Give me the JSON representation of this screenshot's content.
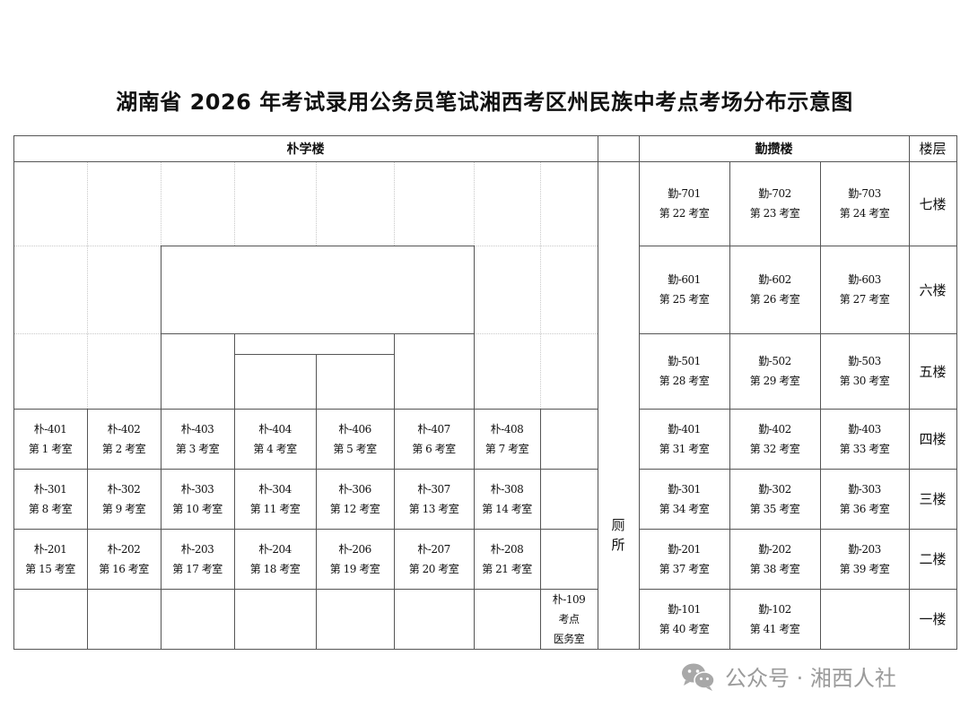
{
  "title": "湖南省 2026 年考试录用公务员笔试湘西考区州民族中考点考场分布示意图",
  "headers": {
    "pu": "朴学楼",
    "qin": "勤攒楼",
    "floor": "楼层"
  },
  "toilet": [
    "厕",
    "所"
  ],
  "floors": [
    "七楼",
    "六楼",
    "五楼",
    "四楼",
    "三楼",
    "二楼",
    "一楼"
  ],
  "pu_rooms": [
    [
      {
        "code": "朴-401",
        "name": "第 1 考室"
      },
      {
        "code": "朴-402",
        "name": "第 2 考室"
      },
      {
        "code": "朴-403",
        "name": "第 3 考室"
      },
      {
        "code": "朴-404",
        "name": "第 4 考室"
      },
      {
        "code": "朴-406",
        "name": "第 5 考室"
      },
      {
        "code": "朴-407",
        "name": "第 6 考室"
      },
      {
        "code": "朴-408",
        "name": "第 7 考室"
      }
    ],
    [
      {
        "code": "朴-301",
        "name": "第 8 考室"
      },
      {
        "code": "朴-302",
        "name": "第 9 考室"
      },
      {
        "code": "朴-303",
        "name": "第 10 考室"
      },
      {
        "code": "朴-304",
        "name": "第 11 考室"
      },
      {
        "code": "朴-306",
        "name": "第 12 考室"
      },
      {
        "code": "朴-307",
        "name": "第 13 考室"
      },
      {
        "code": "朴-308",
        "name": "第 14 考室"
      }
    ],
    [
      {
        "code": "朴-201",
        "name": "第 15 考室"
      },
      {
        "code": "朴-202",
        "name": "第 16 考室"
      },
      {
        "code": "朴-203",
        "name": "第 17 考室"
      },
      {
        "code": "朴-204",
        "name": "第 18 考室"
      },
      {
        "code": "朴-206",
        "name": "第 19 考室"
      },
      {
        "code": "朴-207",
        "name": "第 20 考室"
      },
      {
        "code": "朴-208",
        "name": "第 21 考室"
      }
    ]
  ],
  "medical": [
    "朴-109",
    "考点",
    "医务室"
  ],
  "qin_rooms": [
    [
      {
        "code": "勤-701",
        "name": "第 22 考室"
      },
      {
        "code": "勤-702",
        "name": "第 23 考室"
      },
      {
        "code": "勤-703",
        "name": "第 24 考室"
      }
    ],
    [
      {
        "code": "勤-601",
        "name": "第 25 考室"
      },
      {
        "code": "勤-602",
        "name": "第 26 考室"
      },
      {
        "code": "勤-603",
        "name": "第 27 考室"
      }
    ],
    [
      {
        "code": "勤-501",
        "name": "第 28 考室"
      },
      {
        "code": "勤-502",
        "name": "第 29 考室"
      },
      {
        "code": "勤-503",
        "name": "第 30 考室"
      }
    ],
    [
      {
        "code": "勤-401",
        "name": "第 31 考室"
      },
      {
        "code": "勤-402",
        "name": "第 32 考室"
      },
      {
        "code": "勤-403",
        "name": "第 33 考室"
      }
    ],
    [
      {
        "code": "勤-301",
        "name": "第 34 考室"
      },
      {
        "code": "勤-302",
        "name": "第 35 考室"
      },
      {
        "code": "勤-303",
        "name": "第 36 考室"
      }
    ],
    [
      {
        "code": "勤-201",
        "name": "第 37 考室"
      },
      {
        "code": "勤-202",
        "name": "第 38 考室"
      },
      {
        "code": "勤-203",
        "name": "第 39 考室"
      }
    ],
    [
      {
        "code": "勤-101",
        "name": "第 40 考室"
      },
      {
        "code": "勤-102",
        "name": "第 41 考室"
      }
    ]
  ],
  "watermark": {
    "icon": "wechat-icon",
    "text": "公众号 · 湘西人社"
  }
}
